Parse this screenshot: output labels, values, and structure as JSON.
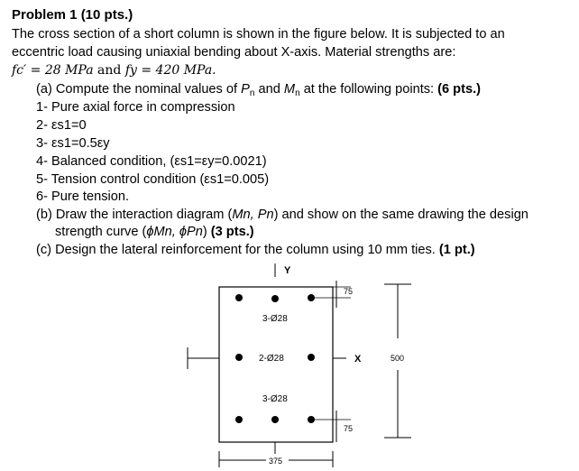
{
  "problem": {
    "title": "Problem 1 (10 pts.)",
    "intro_line1": "The cross section of a short column is shown in the figure below. It is subjected to an",
    "intro_line2": "eccentric load causing uniaxial bending about X-axis. Material strengths are:",
    "fc_label": "fc′ = 28 MPa",
    "and_text": "and",
    "fy_label": "fy = 420 MPa."
  },
  "part_a": {
    "prefix": "(a) Compute the nominal values of ",
    "p": "P",
    "m": "M",
    "n_sub": "n",
    "and": " and ",
    "suffix": " at the following points: ",
    "points": "(6 pts.)",
    "items": [
      "1- Pure axial force in compression",
      "2- εs1=0",
      "3- εs1=0.5εy",
      "4- Balanced condition, (εs1=εy=0.0021)",
      "5- Tension control condition (εs1=0.005)",
      "6- Pure tension."
    ]
  },
  "part_b": {
    "line1_prefix": "(b) Draw the interaction diagram (",
    "line1_pair": "Mn, Pn",
    "line1_suffix": ") and show on the same drawing the design",
    "line2_prefix": "strength curve (",
    "line2_pair": "ϕMn, ϕPn",
    "line2_suffix": ") ",
    "points": "(3 pts.)"
  },
  "part_c": {
    "text": "(c) Design the lateral reinforcement for the column using 10 mm ties. ",
    "points": "(1 pt.)"
  },
  "figure": {
    "y_axis_label": "Y",
    "x_axis_label": "X",
    "top_bars_label": "3-Ø28",
    "middle_bars_label": "2-Ø28",
    "bottom_bars_label": "3-Ø28",
    "cover_top": "75",
    "cover_bottom": "75",
    "height_dim": "500",
    "width_dim": "375"
  }
}
